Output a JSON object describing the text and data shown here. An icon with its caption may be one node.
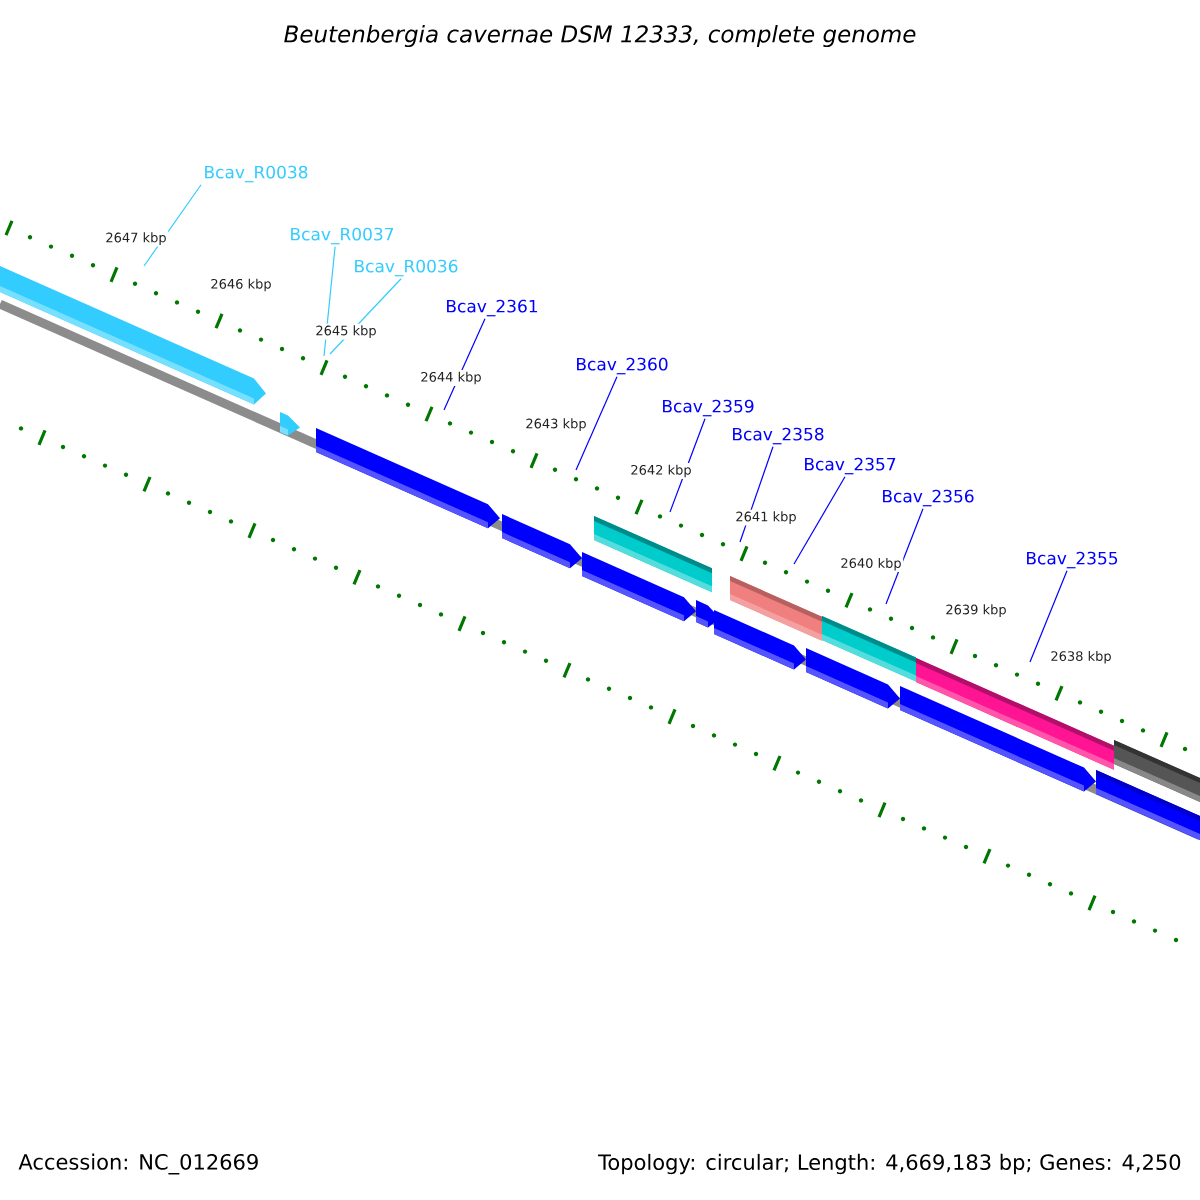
{
  "diagram": {
    "title": "Beutenbergia cavernae DSM 12333, complete genome",
    "nodes": [
      {
        "text": [
          "Bcav_R0038"
        ]
      },
      {
        "text": [
          "Bcav_R0037"
        ]
      },
      {
        "text": [
          "Bcav_R0036"
        ]
      },
      {
        "text": [
          "Bcav_2361"
        ]
      },
      {
        "text": [
          "Bcav_2360"
        ]
      },
      {
        "text": [
          "Bcav_2359"
        ]
      },
      {
        "text": [
          "Bcav_2358"
        ]
      },
      {
        "text": [
          "Bcav_2357"
        ]
      },
      {
        "text": [
          "Bcav_2356"
        ]
      },
      {
        "text": [
          "Bcav_2355"
        ]
      }
    ],
    "edges": [
      {
        "from": 0,
        "to": null,
        "arrow": "none",
        "color": "#33ccff"
      },
      {
        "from": 1,
        "to": null,
        "arrow": "none",
        "color": "#33ccff"
      },
      {
        "from": 2,
        "to": null,
        "arrow": "none",
        "color": "#33ccff"
      },
      {
        "from": 3,
        "to": null,
        "arrow": "none"
      },
      {
        "from": 4,
        "to": null,
        "arrow": "none"
      },
      {
        "from": 5,
        "to": null,
        "arrow": "none"
      },
      {
        "from": 6,
        "to": null,
        "arrow": "none"
      },
      {
        "from": 7,
        "to": null,
        "arrow": "none"
      },
      {
        "from": 8,
        "to": null,
        "arrow": "none"
      },
      {
        "from": 9,
        "to": null,
        "arrow": "none"
      }
    ],
    "labels": [
      "2647 kbp",
      "2646 kbp",
      "2645 kbp",
      "2644 kbp",
      "2643 kbp",
      "2642 kbp",
      "2641 kbp",
      "2640 kbp",
      "2639 kbp",
      "2638 kbp",
      "Accession: NC_012669",
      "Topology: circular; Length: 4,669,183 bp; Genes: 4,250"
    ]
  }
}
